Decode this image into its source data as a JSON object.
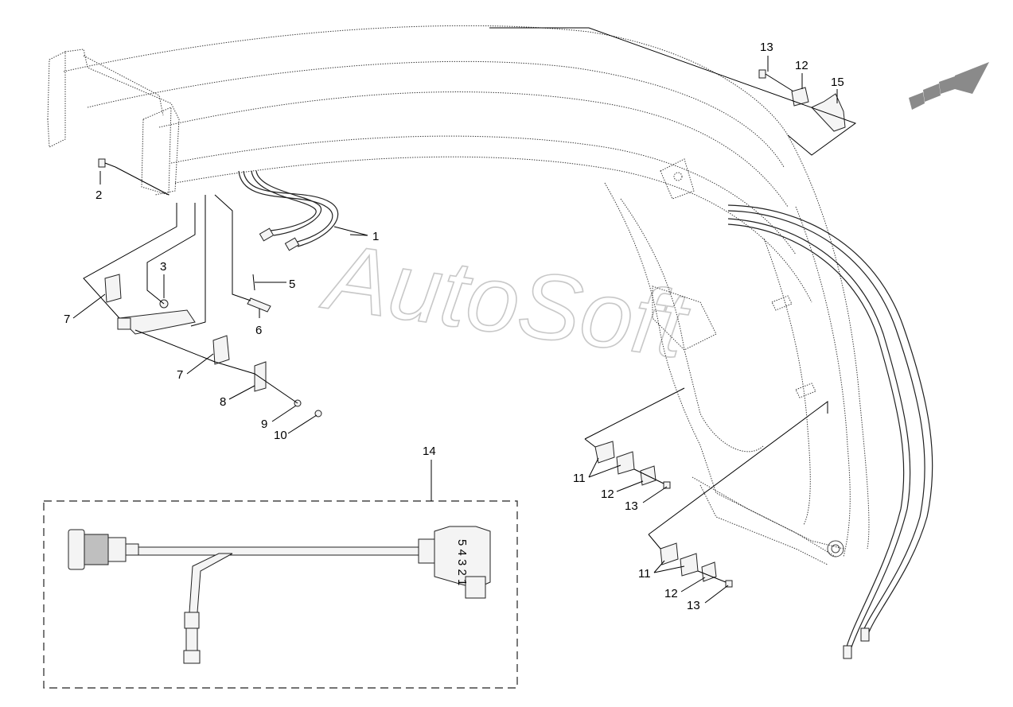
{
  "watermark": "AutoSoft",
  "callouts": [
    {
      "id": "c1",
      "label": "1"
    },
    {
      "id": "c2",
      "label": "2"
    },
    {
      "id": "c3",
      "label": "3"
    },
    {
      "id": "c5",
      "label": "5"
    },
    {
      "id": "c6",
      "label": "6"
    },
    {
      "id": "c7a",
      "label": "7"
    },
    {
      "id": "c7b",
      "label": "7"
    },
    {
      "id": "c8",
      "label": "8"
    },
    {
      "id": "c9",
      "label": "9"
    },
    {
      "id": "c10",
      "label": "10"
    },
    {
      "id": "c13a",
      "label": "13"
    },
    {
      "id": "c12a",
      "label": "12"
    },
    {
      "id": "c15",
      "label": "15"
    },
    {
      "id": "c11a",
      "label": "11"
    },
    {
      "id": "c12b",
      "label": "12"
    },
    {
      "id": "c13b",
      "label": "13"
    },
    {
      "id": "c11b",
      "label": "11"
    },
    {
      "id": "c12c",
      "label": "12"
    },
    {
      "id": "c13c",
      "label": "13"
    },
    {
      "id": "c14",
      "label": "14"
    }
  ],
  "connector_pins": "5 4 3 2 1",
  "colors": {
    "line": "#222222",
    "watermark": "#c8c8c8",
    "background": "#ffffff"
  }
}
